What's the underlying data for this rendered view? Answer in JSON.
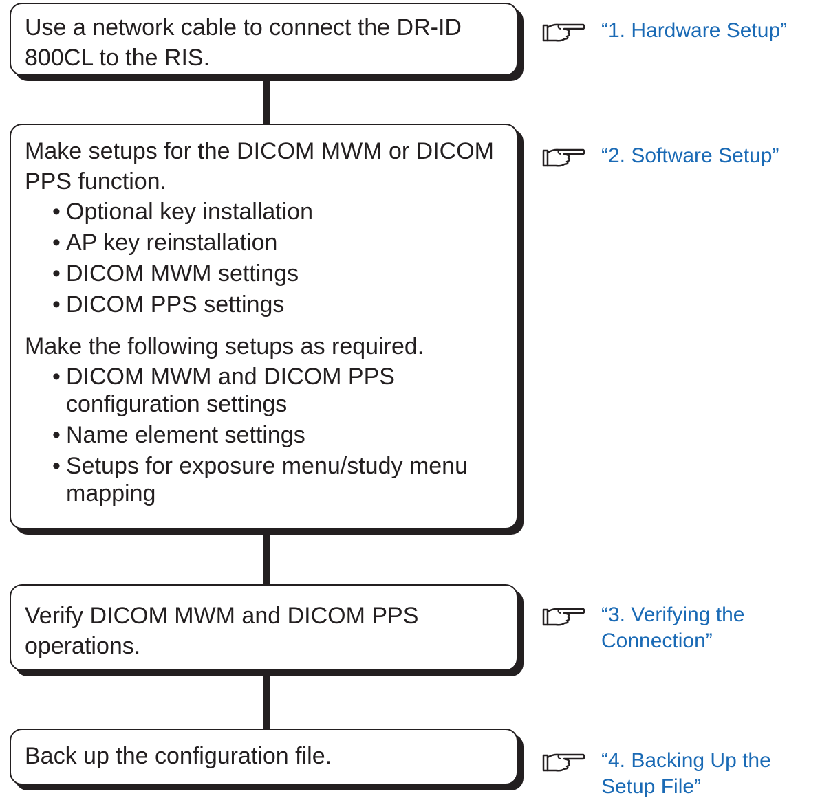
{
  "steps": [
    {
      "text": "Use a network cable to connect the DR-ID 800CL to the RIS.",
      "reference": "“1. Hardware Setup”"
    },
    {
      "intro": "Make setups for the DICOM MWM or DICOM PPS function.",
      "items": [
        "Optional key installation",
        "AP key reinstallation",
        "DICOM MWM settings",
        "DICOM PPS settings"
      ],
      "intro2": "Make the following setups as required.",
      "items2": [
        "DICOM MWM and DICOM PPS configuration settings",
        "Name element settings",
        "Setups for exposure menu/study menu mapping"
      ],
      "reference": "“2. Software Setup”"
    },
    {
      "text": "Verify DICOM MWM and DICOM PPS operations.",
      "reference": "“3. Verifying the Connection”"
    },
    {
      "text": "Back up the configuration file.",
      "reference": "“4. Backing Up the Setup File”"
    }
  ],
  "bullet_glyph": "•",
  "colors": {
    "box_border": "#231f20",
    "reference_link": "#1a6ab5"
  },
  "icons": {
    "reference": "pointing-hand-icon"
  }
}
